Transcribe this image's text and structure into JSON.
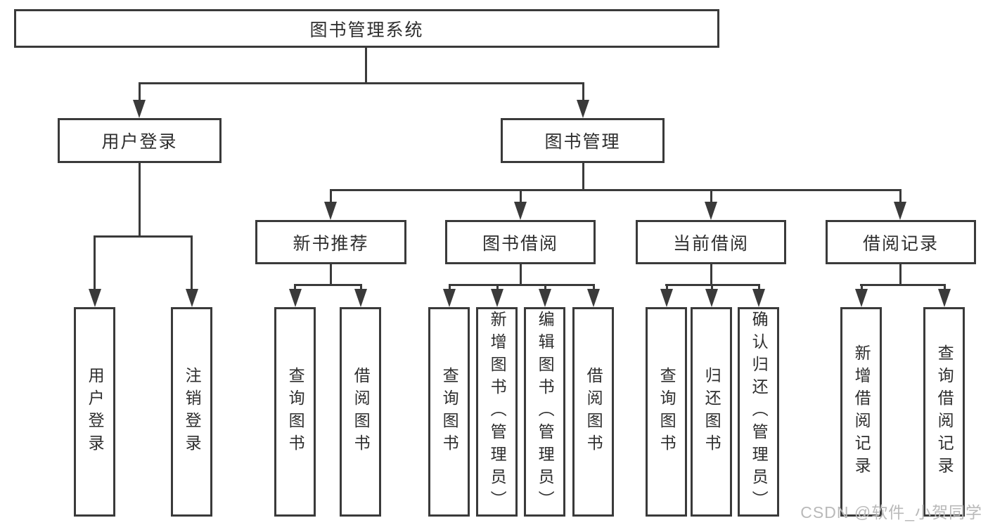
{
  "nodes": {
    "system": {
      "label": "图书管理系统"
    },
    "level2": [
      {
        "label": "用户登录"
      },
      {
        "label": "图书管理"
      }
    ],
    "level3": [
      {
        "label": "新书推荐"
      },
      {
        "label": "图书借阅"
      },
      {
        "label": "当前借阅"
      },
      {
        "label": "借阅记录"
      }
    ],
    "leaves": [
      {
        "label": "用户登录"
      },
      {
        "label": "注销登录"
      },
      {
        "label": "查询图书"
      },
      {
        "label": "借阅图书"
      },
      {
        "label": "查询图书"
      },
      {
        "label": "新增图书（管理员）"
      },
      {
        "label": "编辑图书（管理员）"
      },
      {
        "label": "借阅图书"
      },
      {
        "label": "查询图书"
      },
      {
        "label": "归还图书"
      },
      {
        "label": "确认归还（管理员）"
      },
      {
        "label": "新增借阅记录"
      },
      {
        "label": "查询借阅记录"
      }
    ]
  },
  "watermark": "CSDN @软件_小贺同学",
  "colors": {
    "line": "#3a3a3a",
    "text": "#2e2e2e",
    "watermark": "#b9b9b9",
    "background": "#ffffff"
  }
}
